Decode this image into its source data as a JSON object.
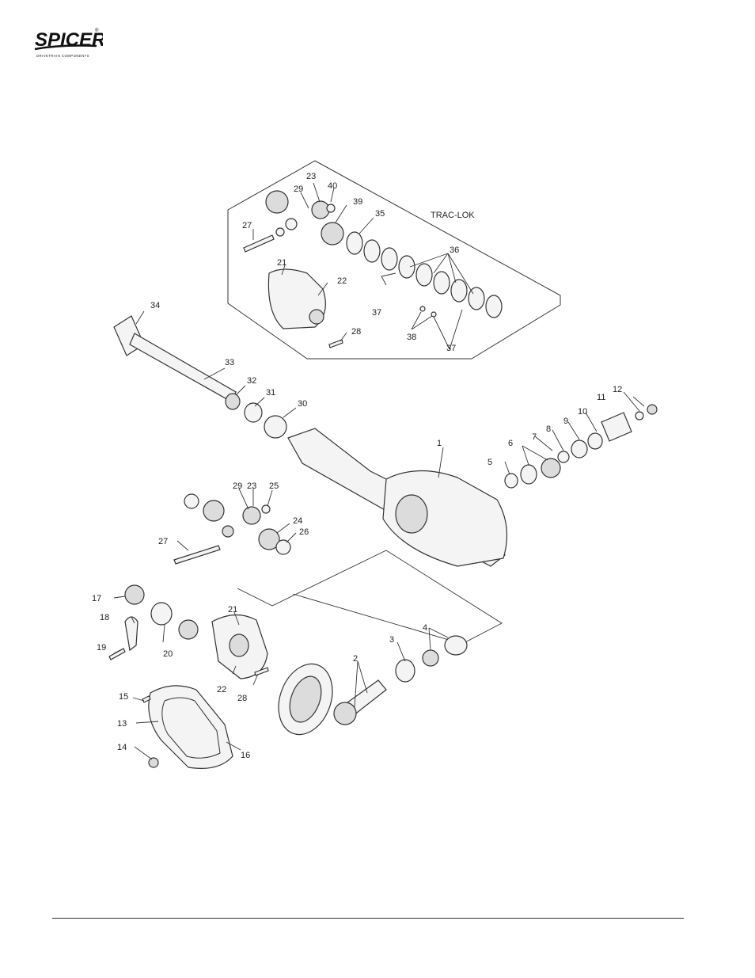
{
  "brand": {
    "name": "SPICER",
    "registered": "®",
    "tagline": "DRIVETRAIN COMPONENTS"
  },
  "diagram": {
    "title": "TRAC-LOK",
    "callouts": [
      "1",
      "2",
      "3",
      "4",
      "5",
      "6",
      "7",
      "8",
      "9",
      "10",
      "11",
      "12",
      "13",
      "14",
      "15",
      "16",
      "17",
      "18",
      "19",
      "20",
      "21",
      "22",
      "23",
      "24",
      "25",
      "26",
      "27",
      "28",
      "29",
      "30",
      "31",
      "32",
      "33",
      "34",
      "35",
      "36",
      "37",
      "38",
      "39",
      "40"
    ],
    "inset_callouts": {
      "c23": "23",
      "c29": "29",
      "c40": "40",
      "c39": "39",
      "c35": "35",
      "c27": "27",
      "c36": "36",
      "c21": "21",
      "c22": "22",
      "c37a": "37",
      "c38": "38",
      "c28": "28",
      "c37b": "37"
    },
    "main_callouts": {
      "c34": "34",
      "c33": "33",
      "c32": "32",
      "c31": "31",
      "c30": "30",
      "c1": "1",
      "c12": "12",
      "c11": "11",
      "c10": "10",
      "c9": "9",
      "c8": "8",
      "c7": "7",
      "c6": "6",
      "c5": "5",
      "c29": "29",
      "c23": "23",
      "c25": "25",
      "c24": "24",
      "c26": "26",
      "c27": "27",
      "c17": "17",
      "c18": "18",
      "c19": "19",
      "c20": "20",
      "c21": "21",
      "c22": "22",
      "c28": "28",
      "c2": "2",
      "c3": "3",
      "c4": "4",
      "c15": "15",
      "c13": "13",
      "c14": "14",
      "c16": "16"
    }
  }
}
